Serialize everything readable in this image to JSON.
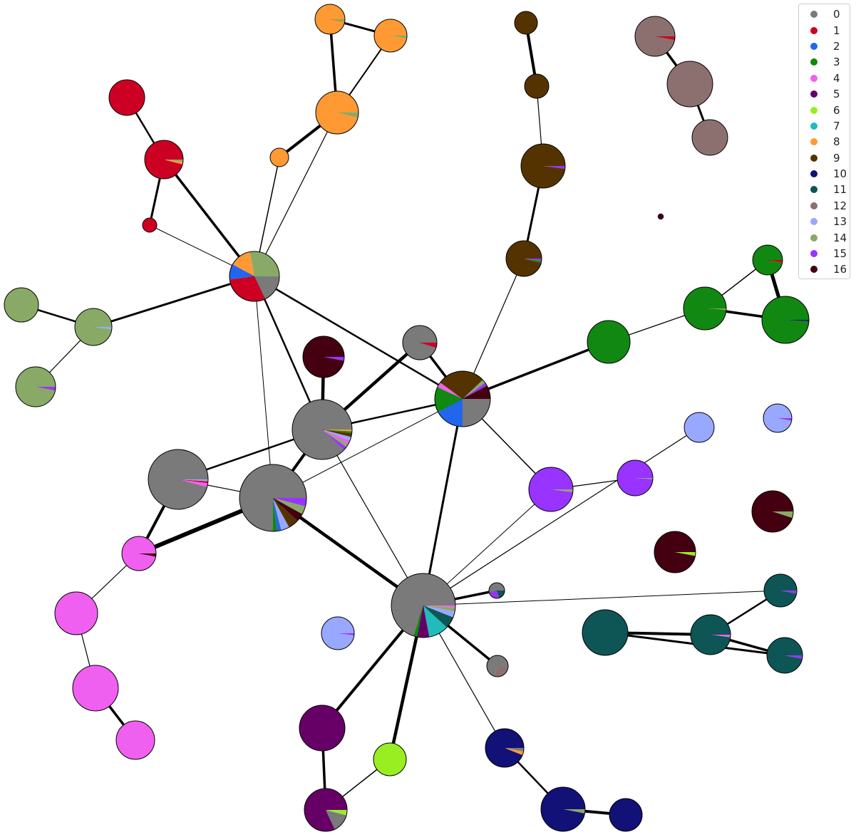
{
  "palette": {
    "0": "#7a7a7a",
    "1": "#cc0022",
    "2": "#2266ee",
    "3": "#118811",
    "4": "#f060f0",
    "5": "#660066",
    "6": "#99ee22",
    "7": "#22bbbb",
    "8": "#ff9933",
    "9": "#553300",
    "10": "#111177",
    "11": "#0e5555",
    "12": "#8c7070",
    "13": "#99a8ff",
    "14": "#88aa66",
    "15": "#9933ff",
    "16": "#440011"
  },
  "legend": {
    "entries": [
      {
        "label": "0",
        "color": "#7a7a7a"
      },
      {
        "label": "1",
        "color": "#cc0022"
      },
      {
        "label": "2",
        "color": "#2266ee"
      },
      {
        "label": "3",
        "color": "#118811"
      },
      {
        "label": "4",
        "color": "#f060f0"
      },
      {
        "label": "5",
        "color": "#660066"
      },
      {
        "label": "6",
        "color": "#99ee22"
      },
      {
        "label": "7",
        "color": "#22bbbb"
      },
      {
        "label": "8",
        "color": "#ff9933"
      },
      {
        "label": "9",
        "color": "#553300"
      },
      {
        "label": "10",
        "color": "#111177"
      },
      {
        "label": "11",
        "color": "#0e5555"
      },
      {
        "label": "12",
        "color": "#8c7070"
      },
      {
        "label": "13",
        "color": "#99a8ff"
      },
      {
        "label": "14",
        "color": "#88aa66"
      },
      {
        "label": "15",
        "color": "#9933ff"
      },
      {
        "label": "16",
        "color": "#440011"
      }
    ]
  },
  "graph": {
    "nodes": [
      {
        "id": "o1",
        "comp": [
          [
            "8",
            0.97
          ],
          [
            "14",
            0.03
          ]
        ]
      },
      {
        "id": "o2",
        "comp": [
          [
            "8",
            0.97
          ],
          [
            "14",
            0.03
          ]
        ]
      },
      {
        "id": "o3",
        "comp": [
          [
            "8",
            0.96
          ],
          [
            "14",
            0.04
          ]
        ]
      },
      {
        "id": "o4",
        "comp": [
          [
            "8",
            1
          ]
        ]
      },
      {
        "id": "r1",
        "comp": [
          [
            "1",
            1
          ]
        ]
      },
      {
        "id": "r2",
        "comp": [
          [
            "1",
            0.96
          ],
          [
            "8",
            0.02
          ],
          [
            "14",
            0.02
          ]
        ]
      },
      {
        "id": "r3",
        "comp": [
          [
            "1",
            1
          ]
        ]
      },
      {
        "id": "hubA",
        "comp": [
          [
            "14",
            0.28
          ],
          [
            "8",
            0.14
          ],
          [
            "2",
            0.1
          ],
          [
            "1",
            0.3
          ],
          [
            "0",
            0.18
          ]
        ]
      },
      {
        "id": "g1",
        "comp": [
          [
            "14",
            1
          ]
        ]
      },
      {
        "id": "g2",
        "comp": [
          [
            "14",
            0.98
          ],
          [
            "13",
            0.02
          ]
        ]
      },
      {
        "id": "g3",
        "comp": [
          [
            "14",
            0.97
          ],
          [
            "15",
            0.03
          ]
        ]
      },
      {
        "id": "b1",
        "comp": [
          [
            "9",
            1
          ]
        ]
      },
      {
        "id": "b2",
        "comp": [
          [
            "9",
            1
          ]
        ]
      },
      {
        "id": "b3",
        "comp": [
          [
            "9",
            0.98
          ],
          [
            "15",
            0.02
          ]
        ]
      },
      {
        "id": "b4",
        "comp": [
          [
            "9",
            0.96
          ],
          [
            "3",
            0.02
          ],
          [
            "15",
            0.02
          ]
        ]
      },
      {
        "id": "m1",
        "comp": [
          [
            "12",
            0.97
          ],
          [
            "1",
            0.03
          ]
        ]
      },
      {
        "id": "m2",
        "comp": [
          [
            "12",
            1
          ]
        ]
      },
      {
        "id": "m3",
        "comp": [
          [
            "12",
            1
          ]
        ]
      },
      {
        "id": "dot",
        "comp": [
          [
            "16",
            1
          ]
        ]
      },
      {
        "id": "gr1",
        "comp": [
          [
            "3",
            0.97
          ],
          [
            "1",
            0.03
          ]
        ]
      },
      {
        "id": "gr2",
        "comp": [
          [
            "3",
            0.99
          ],
          [
            "14",
            0.01
          ]
        ]
      },
      {
        "id": "gr3",
        "comp": [
          [
            "3",
            0.99
          ],
          [
            "10",
            0.01
          ]
        ]
      },
      {
        "id": "gr4",
        "comp": [
          [
            "3",
            1
          ]
        ]
      },
      {
        "id": "hubB",
        "comp": [
          [
            "16",
            0.08
          ],
          [
            "15",
            0.02
          ],
          [
            "14",
            0.02
          ],
          [
            "9",
            0.28
          ],
          [
            "4",
            0.03
          ],
          [
            "3",
            0.15
          ],
          [
            "2",
            0.17
          ],
          [
            "0",
            0.25
          ]
        ]
      },
      {
        "id": "gy1",
        "comp": [
          [
            "0",
            0.95
          ],
          [
            "1",
            0.05
          ]
        ]
      },
      {
        "id": "d1",
        "comp": [
          [
            "16",
            0.97
          ],
          [
            "15",
            0.03
          ]
        ]
      },
      {
        "id": "hubC",
        "comp": [
          [
            "0",
            0.88
          ],
          [
            "15",
            0.02
          ],
          [
            "14",
            0.02
          ],
          [
            "4",
            0.02
          ],
          [
            "13",
            0.02
          ],
          [
            "9",
            0.02
          ],
          [
            "3",
            0.01
          ],
          [
            "8",
            0.01
          ]
        ]
      },
      {
        "id": "hubD",
        "comp": [
          [
            "0",
            0.96
          ],
          [
            "4",
            0.02
          ],
          [
            "1",
            0.01
          ],
          [
            "13",
            0.01
          ]
        ]
      },
      {
        "id": "hubE",
        "comp": [
          [
            "0",
            0.75
          ],
          [
            "3",
            0.02
          ],
          [
            "2",
            0.02
          ],
          [
            "13",
            0.04
          ],
          [
            "9",
            0.05
          ],
          [
            "16",
            0.04
          ],
          [
            "14",
            0.04
          ],
          [
            "15",
            0.04
          ]
        ]
      },
      {
        "id": "hubF",
        "comp": [
          [
            "0",
            0.7
          ],
          [
            "3",
            0.02
          ],
          [
            "5",
            0.06
          ],
          [
            "7",
            0.1
          ],
          [
            "11",
            0.06
          ],
          [
            "13",
            0.03
          ],
          [
            "14",
            0.02
          ],
          [
            "4",
            0.01
          ]
        ]
      },
      {
        "id": "p1",
        "comp": [
          [
            "4",
            0.97
          ],
          [
            "16",
            0.03
          ]
        ]
      },
      {
        "id": "p2",
        "comp": [
          [
            "4",
            1
          ]
        ]
      },
      {
        "id": "p3",
        "comp": [
          [
            "4",
            1
          ]
        ]
      },
      {
        "id": "p4",
        "comp": [
          [
            "4",
            1
          ]
        ]
      },
      {
        "id": "v1",
        "comp": [
          [
            "15",
            0.98
          ],
          [
            "14",
            0.02
          ]
        ]
      },
      {
        "id": "v2",
        "comp": [
          [
            "15",
            0.99
          ],
          [
            "14",
            0.01
          ]
        ]
      },
      {
        "id": "l1",
        "comp": [
          [
            "13",
            1
          ]
        ]
      },
      {
        "id": "l2",
        "comp": [
          [
            "13",
            0.97
          ],
          [
            "15",
            0.03
          ]
        ]
      },
      {
        "id": "l3",
        "comp": [
          [
            "13",
            0.98
          ],
          [
            "15",
            0.02
          ]
        ]
      },
      {
        "id": "d2",
        "comp": [
          [
            "16",
            0.95
          ],
          [
            "14",
            0.05
          ]
        ]
      },
      {
        "id": "d3",
        "comp": [
          [
            "16",
            0.97
          ],
          [
            "6",
            0.03
          ]
        ]
      },
      {
        "id": "t1",
        "comp": [
          [
            "11",
            0.97
          ],
          [
            "15",
            0.03
          ]
        ]
      },
      {
        "id": "t2",
        "comp": [
          [
            "11",
            0.98
          ],
          [
            "4",
            0.02
          ]
        ]
      },
      {
        "id": "t3",
        "comp": [
          [
            "11",
            0.97
          ],
          [
            "15",
            0.03
          ]
        ]
      },
      {
        "id": "t4",
        "comp": [
          [
            "11",
            1
          ]
        ]
      },
      {
        "id": "sm1",
        "comp": [
          [
            "0",
            0.55
          ],
          [
            "15",
            0.25
          ],
          [
            "11",
            0.2
          ]
        ]
      },
      {
        "id": "sm2",
        "comp": [
          [
            "0",
            0.7
          ],
          [
            "12",
            0.3
          ]
        ]
      },
      {
        "id": "n1",
        "comp": [
          [
            "10",
            0.94
          ],
          [
            "8",
            0.03
          ],
          [
            "0",
            0.03
          ]
        ]
      },
      {
        "id": "n2",
        "comp": [
          [
            "10",
            0.97
          ],
          [
            "14",
            0.03
          ]
        ]
      },
      {
        "id": "n3",
        "comp": [
          [
            "10",
            1
          ]
        ]
      },
      {
        "id": "pu1",
        "comp": [
          [
            "5",
            1
          ]
        ]
      },
      {
        "id": "pu2",
        "comp": [
          [
            "5",
            0.82
          ],
          [
            "0",
            0.14
          ],
          [
            "6",
            0.04
          ]
        ]
      },
      {
        "id": "lime",
        "comp": [
          [
            "6",
            1
          ]
        ]
      }
    ],
    "edges": [
      {
        "a": "o1",
        "b": "o2",
        "w": 3
      },
      {
        "a": "o1",
        "b": "o3",
        "w": 3.5
      },
      {
        "a": "o2",
        "b": "o3",
        "w": 2
      },
      {
        "a": "o3",
        "b": "o4",
        "w": 4
      },
      {
        "a": "o4",
        "b": "hubA",
        "w": 1.5
      },
      {
        "a": "o3",
        "b": "hubA",
        "w": 1.2
      },
      {
        "a": "r1",
        "b": "r2",
        "w": 2.5
      },
      {
        "a": "r2",
        "b": "r3",
        "w": 3
      },
      {
        "a": "r2",
        "b": "hubA",
        "w": 3.5
      },
      {
        "a": "r3",
        "b": "hubA",
        "w": 1
      },
      {
        "a": "g1",
        "b": "g2",
        "w": 2.5
      },
      {
        "a": "g2",
        "b": "g3",
        "w": 1.2
      },
      {
        "a": "g2",
        "b": "hubA",
        "w": 3
      },
      {
        "a": "hubA",
        "b": "hubB",
        "w": 2.5
      },
      {
        "a": "hubA",
        "b": "hubC",
        "w": 2.5
      },
      {
        "a": "hubA",
        "b": "hubE",
        "w": 1
      },
      {
        "a": "b1",
        "b": "b2",
        "w": 4
      },
      {
        "a": "b2",
        "b": "b3",
        "w": 1.2
      },
      {
        "a": "b3",
        "b": "b4",
        "w": 3
      },
      {
        "a": "b4",
        "b": "hubB",
        "w": 1.2
      },
      {
        "a": "m1",
        "b": "m2",
        "w": 3.5
      },
      {
        "a": "m2",
        "b": "m3",
        "w": 3
      },
      {
        "a": "gr1",
        "b": "gr2",
        "w": 1.5
      },
      {
        "a": "gr1",
        "b": "gr3",
        "w": 5
      },
      {
        "a": "gr2",
        "b": "gr3",
        "w": 3.5
      },
      {
        "a": "gr2",
        "b": "gr4",
        "w": 1.2
      },
      {
        "a": "gr4",
        "b": "hubB",
        "w": 3.5
      },
      {
        "a": "gy1",
        "b": "hubB",
        "w": 3.5
      },
      {
        "a": "d1",
        "b": "hubC",
        "w": 4.5
      },
      {
        "a": "hubC",
        "b": "hubB",
        "w": 2.5
      },
      {
        "a": "hubC",
        "b": "hubD",
        "w": 2.5
      },
      {
        "a": "hubC",
        "b": "hubE",
        "w": 4
      },
      {
        "a": "hubC",
        "b": "hubF",
        "w": 1.2
      },
      {
        "a": "gy1",
        "b": "hubC",
        "w": 4.5
      },
      {
        "a": "hubD",
        "b": "hubE",
        "w": 1.2
      },
      {
        "a": "hubD",
        "b": "p1",
        "w": 4
      },
      {
        "a": "hubE",
        "b": "p1",
        "w": 6
      },
      {
        "a": "hubE",
        "b": "hubB",
        "w": 1
      },
      {
        "a": "hubE",
        "b": "hubF",
        "w": 4.5
      },
      {
        "a": "hubB",
        "b": "hubF",
        "w": 3
      },
      {
        "a": "hubB",
        "b": "v1",
        "w": 1.5
      },
      {
        "a": "v1",
        "b": "v2",
        "w": 1.2
      },
      {
        "a": "v1",
        "b": "hubF",
        "w": 1
      },
      {
        "a": "p1",
        "b": "p2",
        "w": 1.2
      },
      {
        "a": "p2",
        "b": "p3",
        "w": 1.2
      },
      {
        "a": "p3",
        "b": "p4",
        "w": 3.5
      },
      {
        "a": "l1",
        "b": "hubF",
        "w": 1.2
      },
      {
        "a": "sm1",
        "b": "hubF",
        "w": 3.5
      },
      {
        "a": "sm2",
        "b": "hubF",
        "w": 3.5
      },
      {
        "a": "t1",
        "b": "hubF",
        "w": 1
      },
      {
        "a": "t1",
        "b": "t2",
        "w": 2.5
      },
      {
        "a": "t2",
        "b": "t3",
        "w": 3.5
      },
      {
        "a": "t2",
        "b": "t4",
        "w": 4
      },
      {
        "a": "t3",
        "b": "t4",
        "w": 3
      },
      {
        "a": "n1",
        "b": "hubF",
        "w": 1.2
      },
      {
        "a": "n1",
        "b": "n2",
        "w": 2.5
      },
      {
        "a": "n2",
        "b": "n3",
        "w": 4
      },
      {
        "a": "pu1",
        "b": "hubF",
        "w": 4
      },
      {
        "a": "pu1",
        "b": "pu2",
        "w": 3.5
      },
      {
        "a": "lime",
        "b": "hubF",
        "w": 4.5
      },
      {
        "a": "lime",
        "b": "pu2",
        "w": 1.5
      }
    ]
  }
}
